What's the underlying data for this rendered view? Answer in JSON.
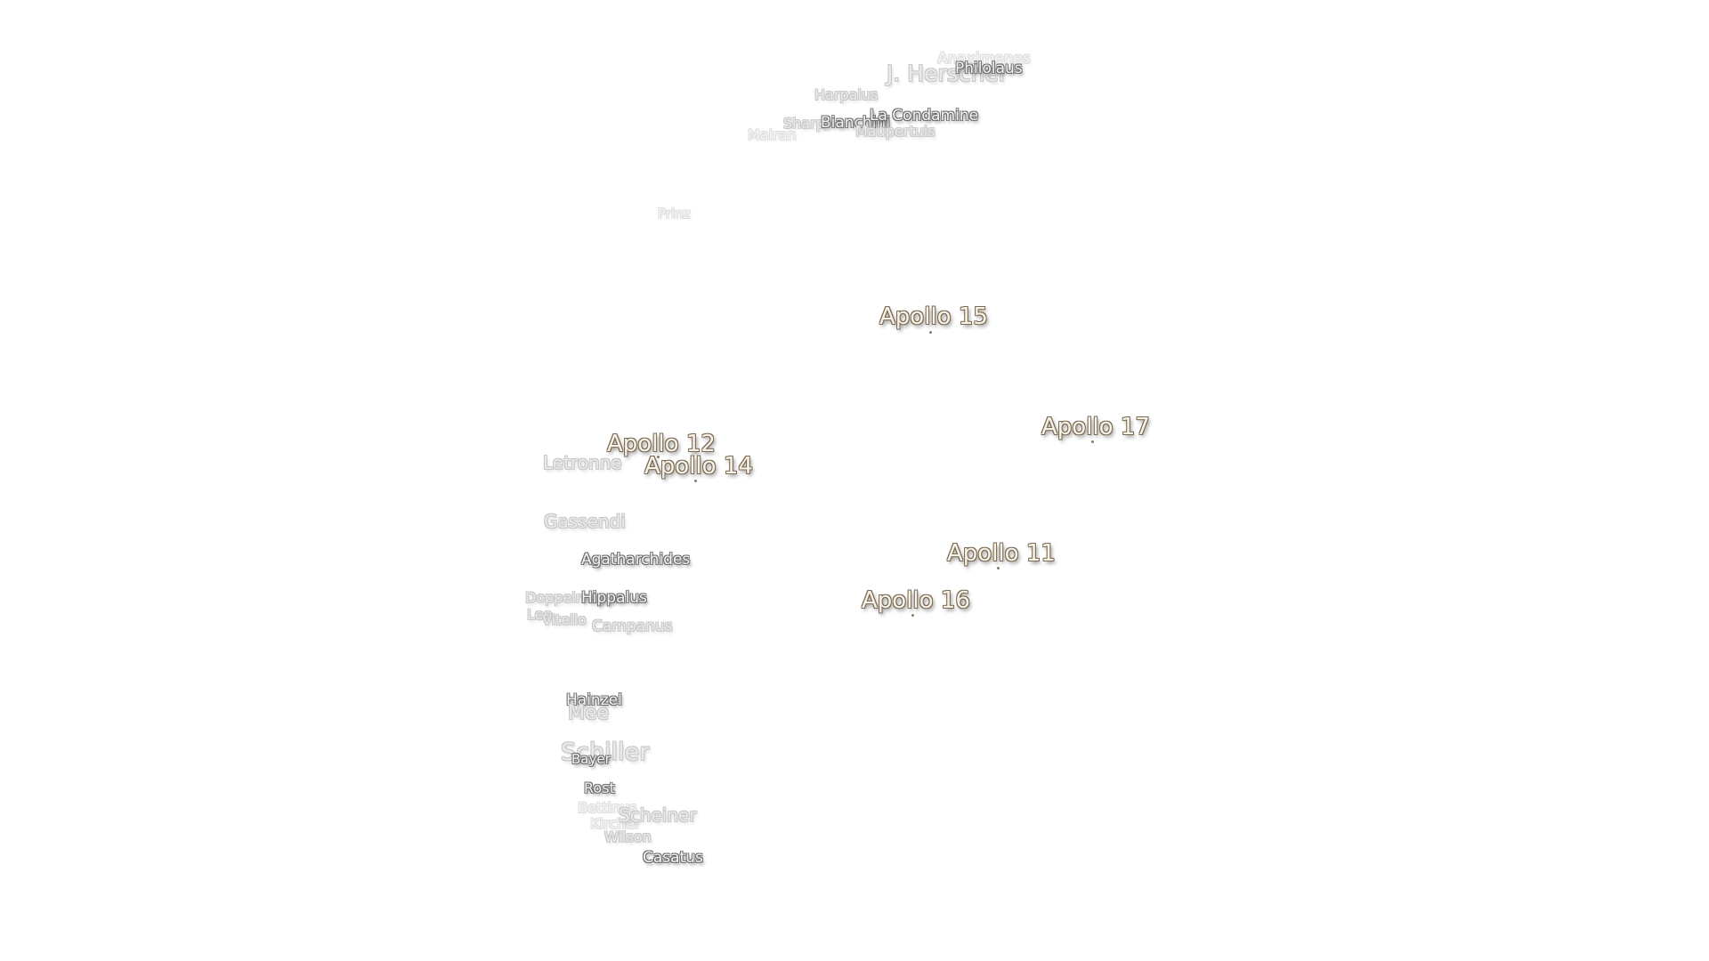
{
  "labels": {
    "anaximenes": "Anaximenes",
    "j_herschel": "J. Herschel",
    "philolaus": "Philolaus",
    "harpalus": "Harpalus",
    "sharp": "Sharp",
    "bianchini": "Bianchini",
    "la_condamine": "La Condamine",
    "maupertuis": "Maupertuis",
    "mairan": "Mairan",
    "prinz": "Prinz",
    "letronne": "Letronne",
    "gassendi": "Gassendi",
    "agatharchides": "Agatharchides",
    "doppelmayer": "Doppelmayer",
    "hippalus": "Hippalus",
    "lee": "Lee",
    "vitello": "Vitello",
    "campanus": "Campanus",
    "hainzel": "Hainzel",
    "mee": "Mee",
    "schiller": "Schiller",
    "bayer": "Bayer",
    "rost": "Rost",
    "bettinus": "Bettinus",
    "kircher": "Kircher",
    "scheiner": "Scheiner",
    "wilson": "Wilson",
    "casatus": "Casatus"
  },
  "apollo_sites": {
    "apollo_15": "Apollo 15",
    "apollo_17": "Apollo 17",
    "apollo_12": "Apollo 12",
    "apollo_14": "Apollo 14",
    "apollo_11": "Apollo 11",
    "apollo_16": "Apollo 16"
  }
}
